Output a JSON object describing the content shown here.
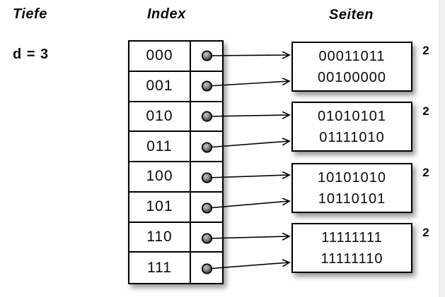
{
  "labels": {
    "depth_title": "Tiefe",
    "depth_value": "d = 3",
    "index_title": "Index",
    "pages_title": "Seiten"
  },
  "index": {
    "rows": [
      {
        "label": "000"
      },
      {
        "label": "001"
      },
      {
        "label": "010"
      },
      {
        "label": "011"
      },
      {
        "label": "100"
      },
      {
        "label": "101"
      },
      {
        "label": "110"
      },
      {
        "label": "111"
      }
    ]
  },
  "pages": [
    {
      "entries": [
        "00011011",
        "00100000"
      ],
      "local_depth": "2"
    },
    {
      "entries": [
        "01010101",
        "01111010"
      ],
      "local_depth": "2"
    },
    {
      "entries": [
        "10101010",
        "10110101"
      ],
      "local_depth": "2"
    },
    {
      "entries": [
        "11111111",
        "11111110"
      ],
      "local_depth": "2"
    }
  ],
  "colors": {
    "background": "#ffffff",
    "stroke": "#000000",
    "right_band": "#f1f1f3"
  }
}
